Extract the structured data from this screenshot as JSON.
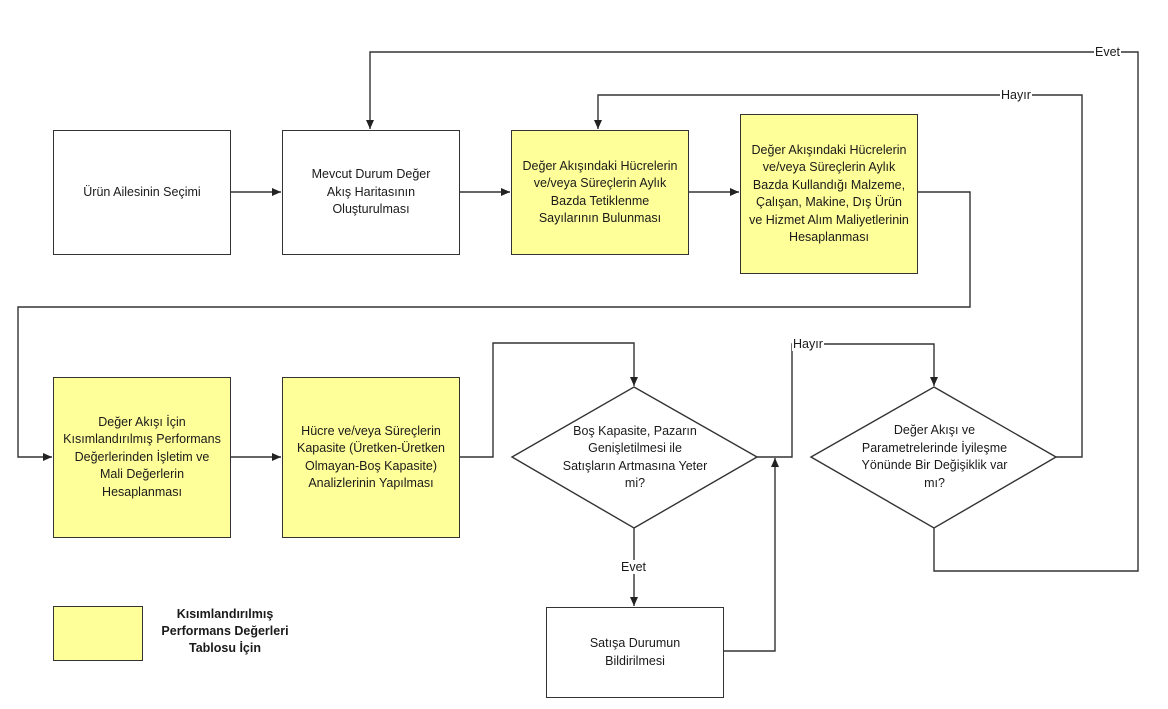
{
  "colors": {
    "highlight": "#ffff99",
    "line": "#333333"
  },
  "nodes": {
    "urun_ailesi": "Ürün Ailesinin Seçimi",
    "mevcut_durum": "Mevcut Durum Değer Akış Haritasının Oluşturulması",
    "tetiklenme": "Değer Akışındaki Hücrelerin ve/veya Süreçlerin Aylık Bazda Tetiklenme Sayılarının Bulunması",
    "maliyet": "Değer Akışındaki Hücrelerin ve/veya Süreçlerin Aylık Bazda Kullandığı Malzeme, Çalışan, Makine, Dış Ürün ve Hizmet Alım Maliyetlerinin Hesaplanması",
    "performans": "Değer Akışı İçin Kısımlandırılmış Performans Değerlerinden İşletim ve Mali Değerlerin Hesaplanması",
    "kapasite": "Hücre ve/veya Süreçlerin Kapasite (Üretken-Üretken Olmayan-Boş Kapasite) Analizlerinin Yapılması",
    "satis_bildirim": "Satışa Durumun Bildirilmesi"
  },
  "decisions": {
    "bos_kapasite": "Boş Kapasite, Pazarın Genişletilmesi ile Satışların Artmasına Yeter mi?",
    "iyilesme": "Değer Akışı ve Parametrelerinde İyileşme Yönünde Bir Değişiklik var mı?"
  },
  "edge_labels": {
    "top_evet": "Evet",
    "top_hayir": "Hayır",
    "mid_hayir": "Hayır",
    "bottom_evet": "Evet"
  },
  "legend": {
    "label": "Kısımlandırılmış Performans Değerleri Tablosu İçin"
  }
}
